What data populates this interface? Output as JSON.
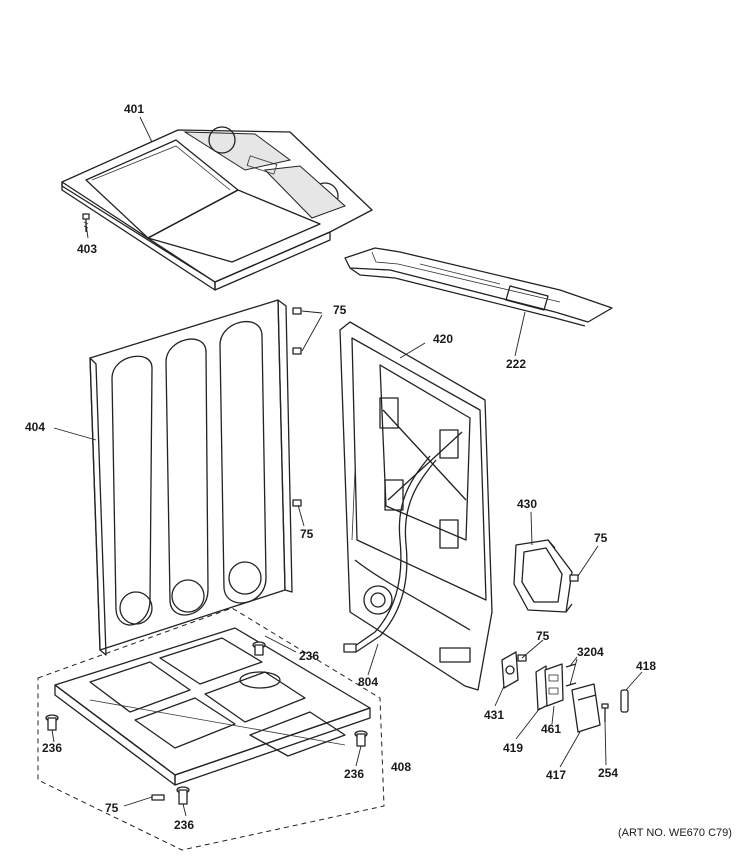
{
  "parts": [
    {
      "id": "401",
      "name": "part-401-top-cover"
    },
    {
      "id": "403",
      "name": "part-403-screw"
    },
    {
      "id": "222",
      "name": "part-222-bracket"
    },
    {
      "id": "75",
      "name": "part-75-screw"
    },
    {
      "id": "420",
      "name": "part-420-rear-panel"
    },
    {
      "id": "404",
      "name": "part-404-side-panel"
    },
    {
      "id": "430",
      "name": "part-430-bracket"
    },
    {
      "id": "804",
      "name": "part-804-harness"
    },
    {
      "id": "236",
      "name": "part-236-leveling-leg"
    },
    {
      "id": "408",
      "name": "part-408-base-assembly"
    },
    {
      "id": "431",
      "name": "part-431-terminal"
    },
    {
      "id": "3204",
      "name": "part-3204-screw"
    },
    {
      "id": "419",
      "name": "part-419-bracket"
    },
    {
      "id": "461",
      "name": "part-461-terminal-block"
    },
    {
      "id": "418",
      "name": "part-418-fitting"
    },
    {
      "id": "417",
      "name": "part-417-cover"
    },
    {
      "id": "254",
      "name": "part-254-screw"
    }
  ],
  "art_number": "(ART NO. WE670 C79)"
}
